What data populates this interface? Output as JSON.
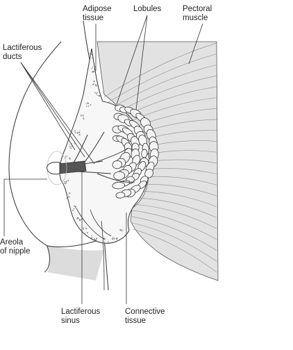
{
  "labels": {
    "adipose_tissue": "Adipose\ntissue",
    "lobules": "Lobules",
    "pectoral_muscle": "Pectoral\nmuscle",
    "lactiferous_ducts": "Lactiferous\nducts",
    "areola_of_nipple": "Areola\nof nipple",
    "lactiferous_sinus": "Lactiferous\nsinus",
    "connective_tissue": "Connective\ntissue"
  },
  "colors": {
    "outline": "#333333",
    "muscle_fill": "#e2e2e2",
    "muscle_stripe": "#9a9a9a",
    "lobule_fill": "#f4f4f4",
    "adipose_dots": "#8a8a8a",
    "shadow": "#dcdcdc"
  }
}
